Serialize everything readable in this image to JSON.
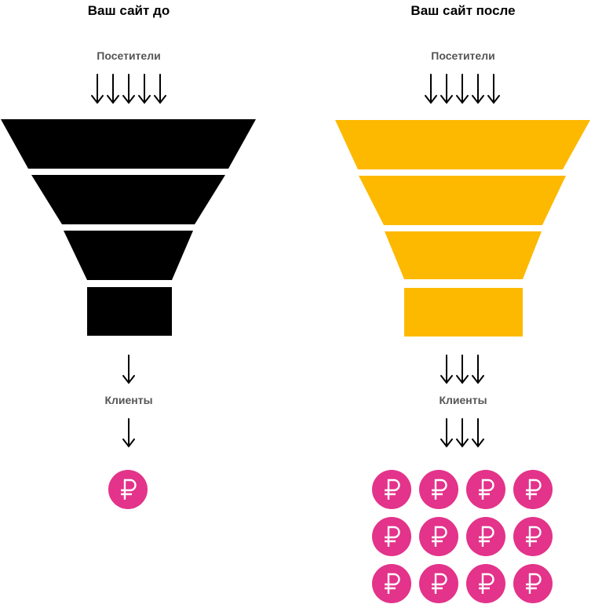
{
  "colors": {
    "before_funnel": "#000000",
    "after_funnel": "#fdb900",
    "coin": "#e3338a",
    "coin_symbol": "#ffffff",
    "arrow": "#000000"
  },
  "before": {
    "title": "Ваш сайт до",
    "visitors_label": "Посетители",
    "clients_label": "Клиенты",
    "visitor_arrows": 5,
    "client_arrows": 1,
    "coins": 1
  },
  "after": {
    "title": "Ваш сайт после",
    "visitors_label": "Посетители",
    "clients_label": "Клиенты",
    "visitor_arrows": 5,
    "client_arrows": 3,
    "coins": 12
  },
  "coin_symbol": "₽"
}
